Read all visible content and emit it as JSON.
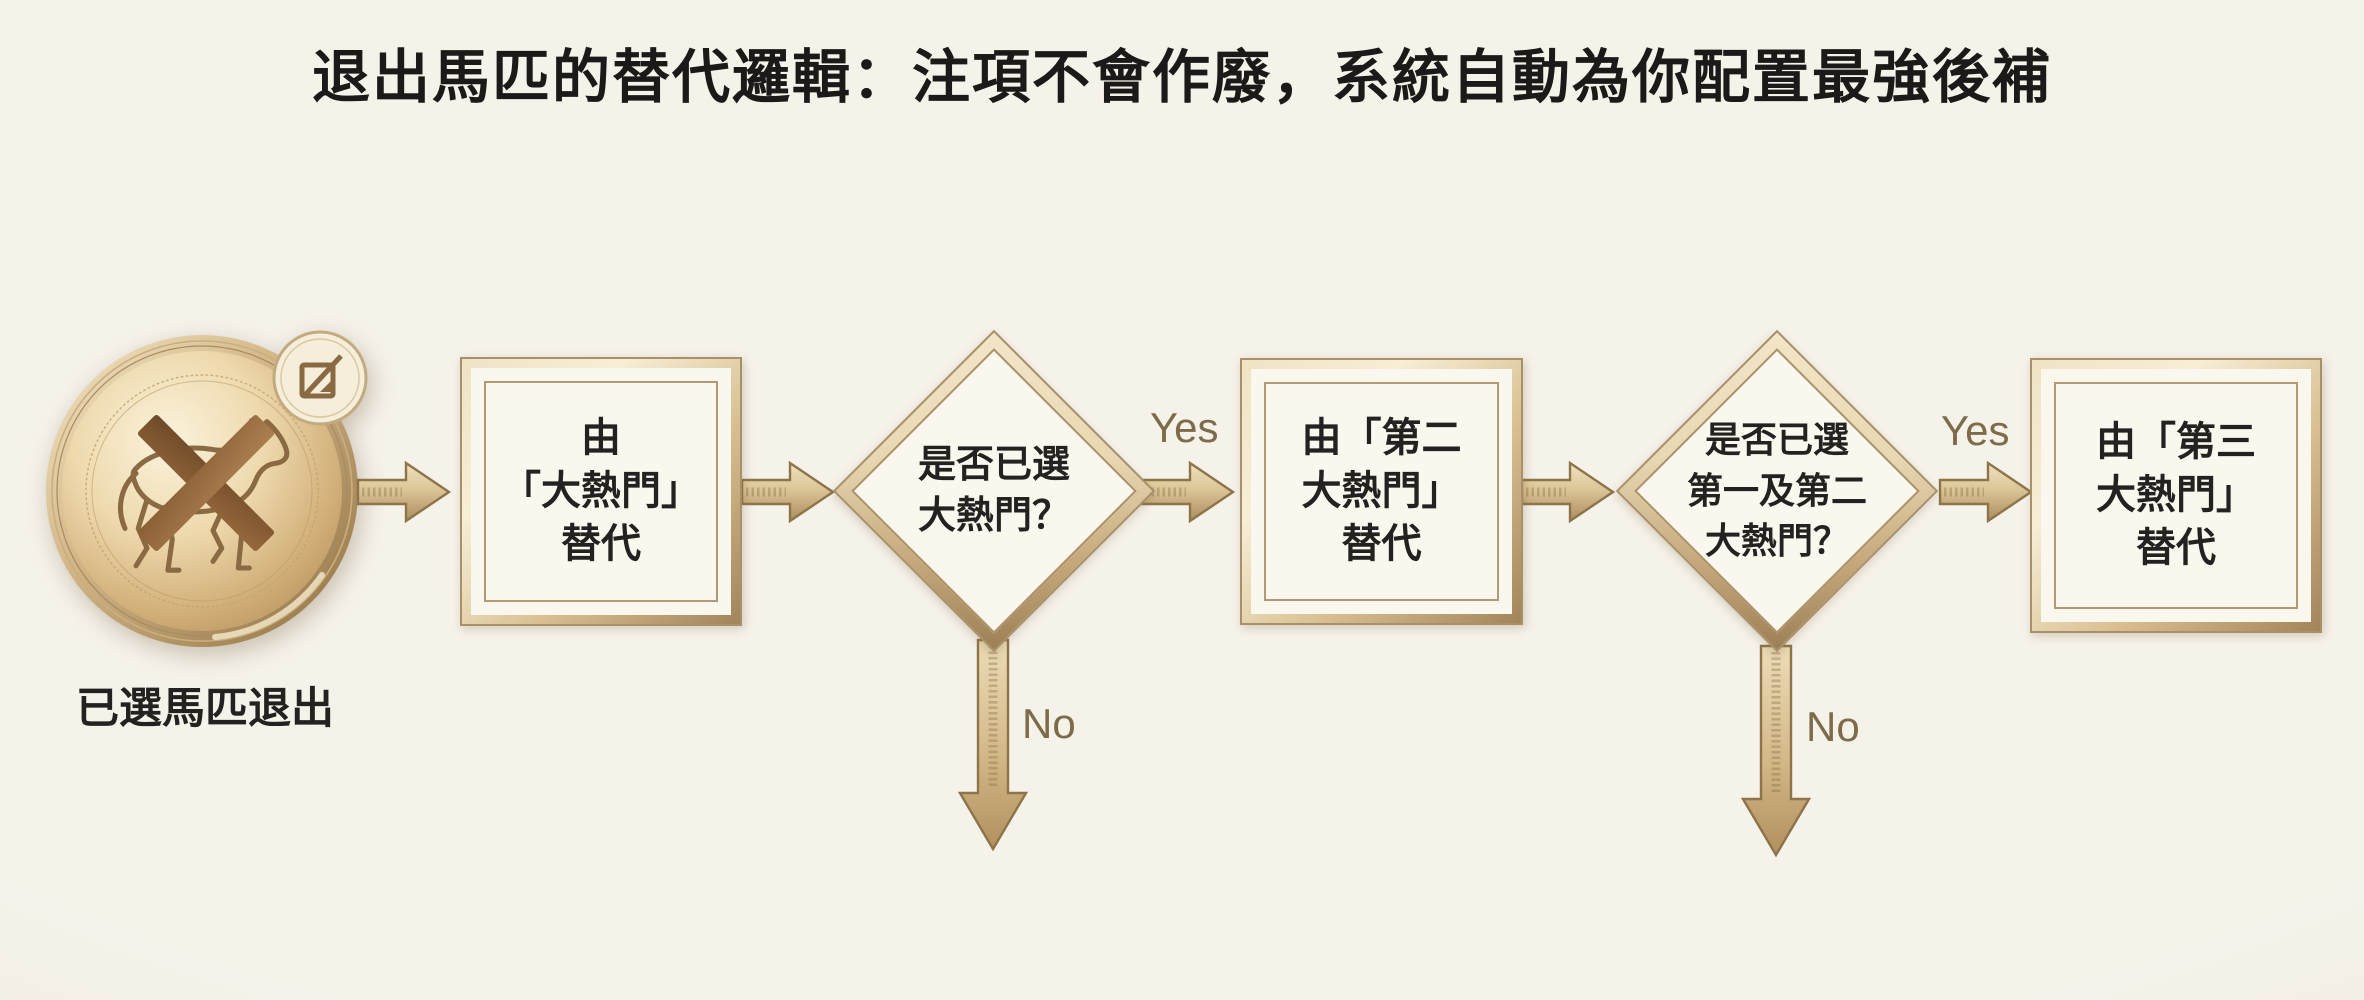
{
  "title": "退出馬匹的替代邏輯：注項不會作廢，系統自動為你配置最強後補",
  "colors": {
    "background": "#f3f0e8",
    "gold_frame": "#b3925e",
    "gold_dark": "#8e744a",
    "gold_light": "#efe2c1",
    "panel_cream": "#faf7ef",
    "text_dark": "#242220",
    "branch_label": "#7d6b49",
    "bronze_icon": "#8a6a42"
  },
  "flow": {
    "start": {
      "label": "已選馬匹退出",
      "icon": "withdrawn-horse-coin",
      "badge_icon": "edit-disabled"
    },
    "labels": {
      "yes": "Yes",
      "no": "No"
    },
    "nodes": [
      {
        "id": "replace-with-favourite",
        "type": "process",
        "lines": [
          "由",
          "「大熱門」",
          "替代"
        ]
      },
      {
        "id": "favourite-already-selected",
        "type": "decision",
        "lines": [
          "是否已選",
          "大熱門？"
        ]
      },
      {
        "id": "replace-with-second-favourite",
        "type": "process",
        "lines": [
          "由「第二",
          "大熱門」",
          "替代"
        ]
      },
      {
        "id": "first-and-second-already-selected",
        "type": "decision",
        "lines": [
          "是否已選",
          "第一及第二",
          "大熱門？"
        ]
      },
      {
        "id": "replace-with-third-favourite",
        "type": "process",
        "lines": [
          "由「第三",
          "大熱門」",
          "替代"
        ]
      }
    ]
  }
}
